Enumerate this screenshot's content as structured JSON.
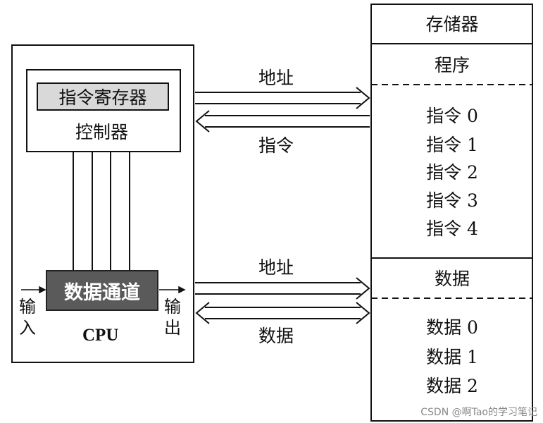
{
  "cpu": {
    "register_label": "指令寄存器",
    "controller_label": "控制器",
    "datapath_label": "数据通道",
    "cpu_label": "CPU",
    "input_label": "输入",
    "output_label": "输出"
  },
  "memory": {
    "title": "存储器",
    "program_title": "程序",
    "instructions": [
      "指令 0",
      "指令 1",
      "指令 2",
      "指令 3",
      "指令 4"
    ],
    "data_title": "数据",
    "data_items": [
      "数据 0",
      "数据 1",
      "数据 2"
    ]
  },
  "arrows": {
    "top_address": "地址",
    "instruction": "指令",
    "bottom_address": "地址",
    "data": "数据"
  },
  "watermark": "CSDN @啊Tao的学习笔记"
}
